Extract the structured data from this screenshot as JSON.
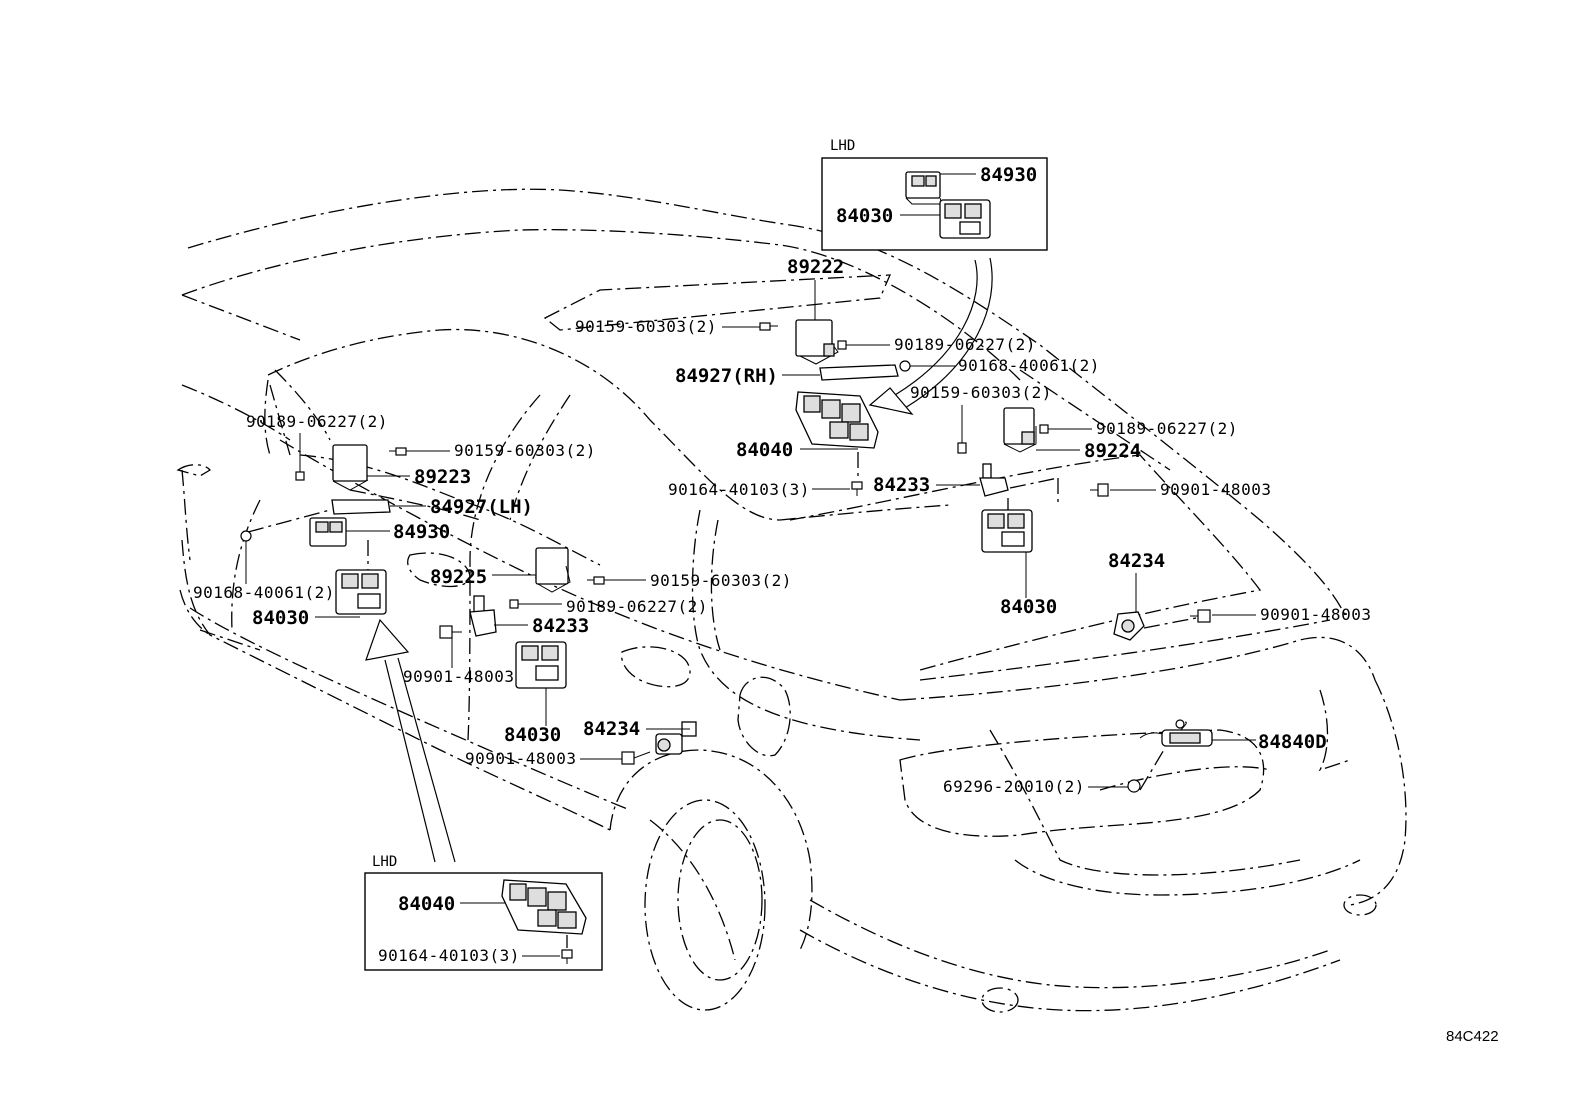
{
  "diagram_id": "84C422",
  "insets": {
    "top_title": "LHD",
    "bottom_title": "LHD"
  },
  "labels": {
    "l_84930_top": "84930",
    "l_84030_top": "84030",
    "l_89222": "89222",
    "l_90159_a": "90159-60303(2)",
    "l_90189_a": "90189-06227(2)",
    "l_90168_a": "90168-40061(2)",
    "l_84927_rh": "84927(RH)",
    "l_90159_b": "90159-60303(2)",
    "l_84040_main": "84040",
    "l_90189_b": "90189-06227(2)",
    "l_89224": "89224",
    "l_90164_main": "90164-40103(3)",
    "l_84233_right": "84233",
    "l_90901_a": "90901-48003",
    "l_84030_right": "84030",
    "l_84234_right": "84234",
    "l_90901_b": "90901-48003",
    "l_90189_c": "90189-06227(2)",
    "l_90159_c": "90159-60303(2)",
    "l_89223": "89223",
    "l_84927_lh": "84927(LH)",
    "l_84930_left": "84930",
    "l_90168_b": "90168-40061(2)",
    "l_84030_left": "84030",
    "l_89225": "89225",
    "l_90159_d": "90159-60303(2)",
    "l_90189_d": "90189-06227(2)",
    "l_84233_left": "84233",
    "l_90901_c": "90901-48003",
    "l_84030_mid": "84030",
    "l_84234_mid": "84234",
    "l_90901_d": "90901-48003",
    "l_84840d": "84840D",
    "l_69296": "69296-20010(2)",
    "l_84040_inset": "84040",
    "l_90164_inset": "90164-40103(3)"
  }
}
